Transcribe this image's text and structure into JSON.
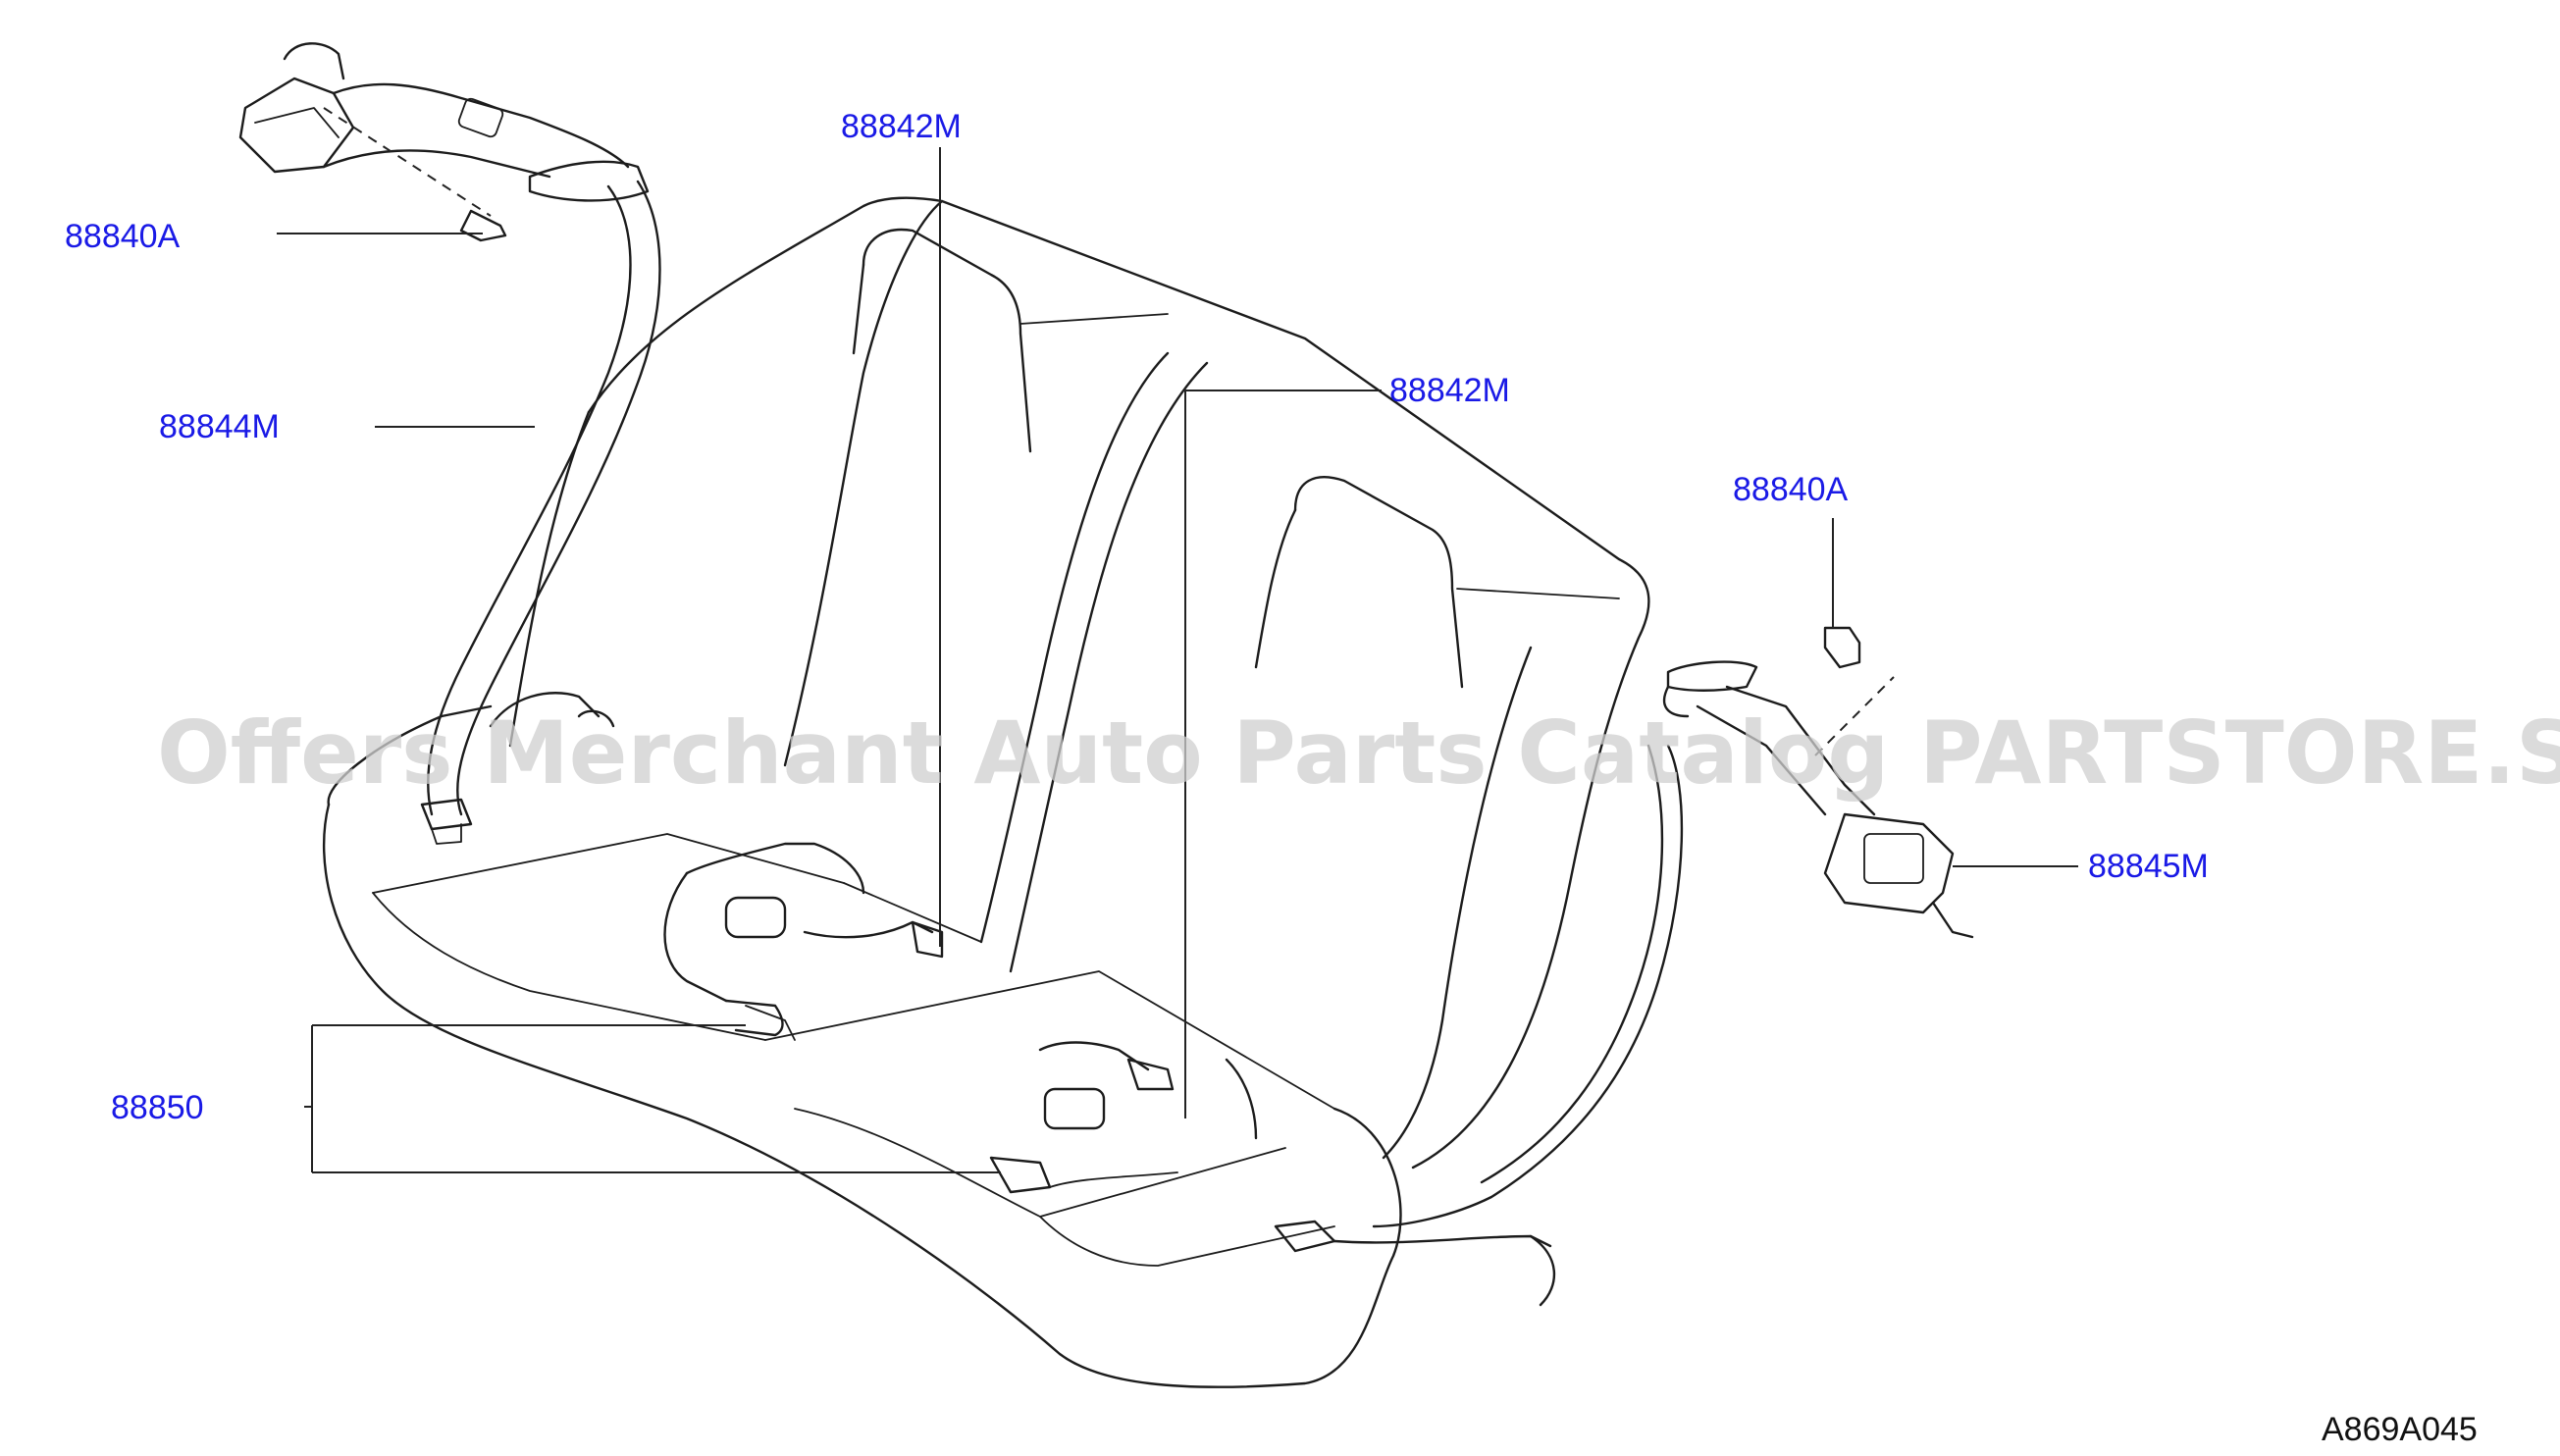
{
  "callouts": {
    "bolt_top_left": "88840A",
    "guide_center": "88842M",
    "guide_right": "88842M",
    "belt_left": "88844M",
    "bolt_right": "88840A",
    "retractor_right": "88845M",
    "buckle_set": "88850"
  },
  "diagram_code": "A869A045",
  "watermark": "Offers Merchant Auto Parts Catalog PARTSTORE.SA",
  "colors": {
    "callout": "#1a1ae6",
    "lines": "#1c1c1c",
    "watermark": "#cfcfcf"
  }
}
